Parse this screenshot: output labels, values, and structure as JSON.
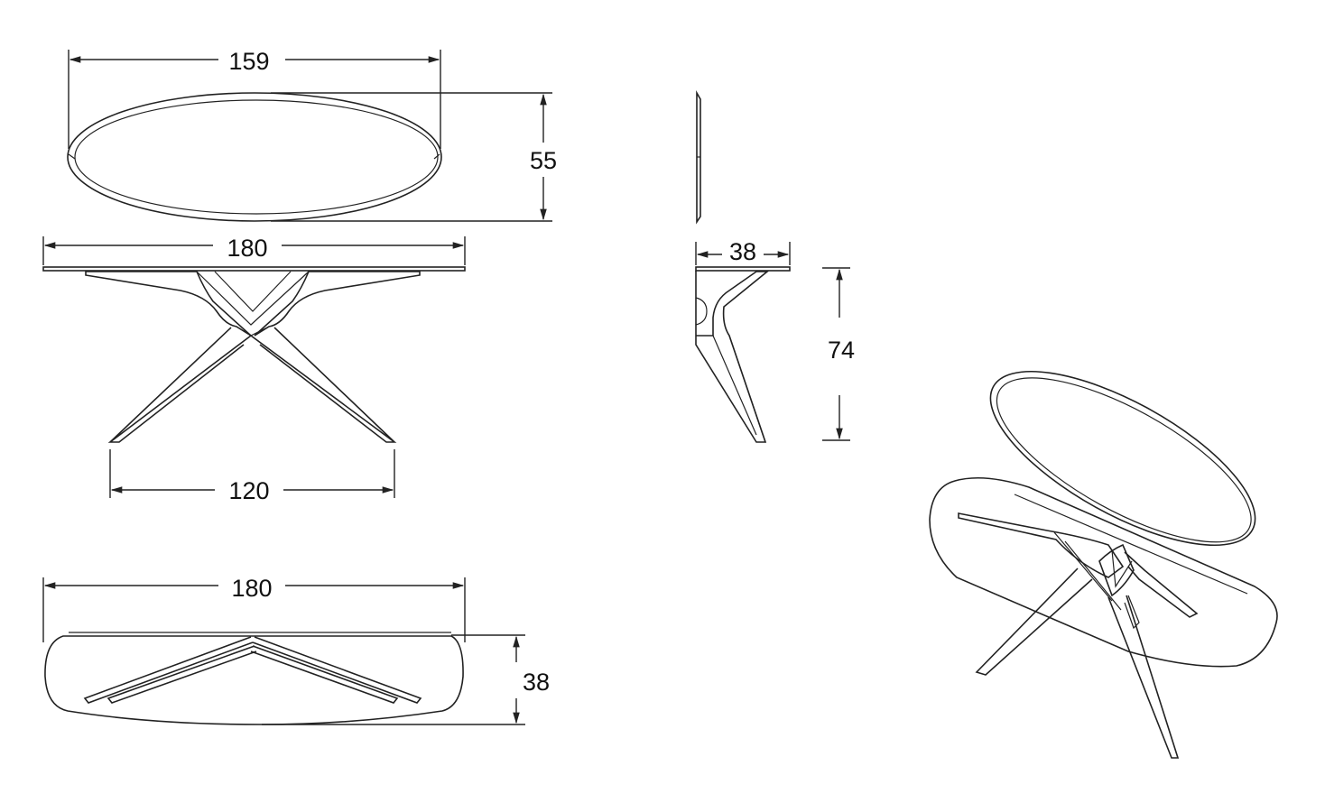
{
  "dimensions": {
    "top_view_width": "159",
    "top_view_depth": "55",
    "front_view_width": "180",
    "front_view_leg_span": "120",
    "side_view_depth": "38",
    "side_view_height": "74",
    "bottom_view_width": "180",
    "bottom_view_depth": "38"
  },
  "colors": {
    "line": "#222222",
    "background": "#ffffff"
  }
}
